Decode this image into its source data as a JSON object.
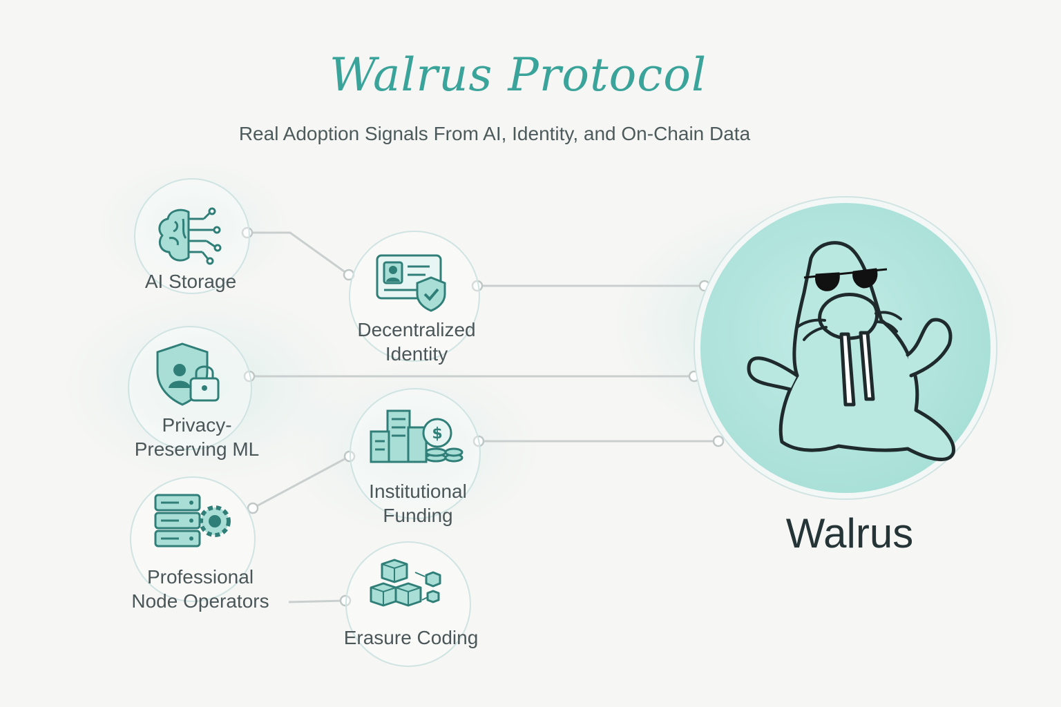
{
  "header": {
    "title": "Walrus Protocol",
    "subtitle": "Real Adoption Signals From AI, Identity, and On-Chain Data"
  },
  "nodes": [
    {
      "label": "AI Storage",
      "icon": "brain-circuit-icon"
    },
    {
      "label": "Decentralized Identity",
      "icon": "id-card-shield-icon"
    },
    {
      "label": "Privacy-Preserving ML",
      "icon": "shield-lock-icon"
    },
    {
      "label": "Institutional Funding",
      "icon": "buildings-coins-icon"
    },
    {
      "label": "Professional Node Operators",
      "icon": "server-gear-icon"
    },
    {
      "label": "Erasure Coding",
      "icon": "cubes-icon"
    }
  ],
  "labels_split": {
    "identity": [
      "Decentralized",
      "Identity"
    ],
    "privacy": [
      "Privacy-",
      "Preserving ML"
    ],
    "funding": [
      "Institutional",
      "Funding"
    ],
    "operators": [
      "Professional",
      "Node Operators"
    ]
  },
  "hub": {
    "label": "Walrus",
    "icon": "walrus-mascot-icon"
  },
  "colors": {
    "accent": "#3aa39a",
    "icon_fill": "#a9ded6",
    "icon_stroke": "#2f7f78",
    "line": "#c9cfce"
  }
}
